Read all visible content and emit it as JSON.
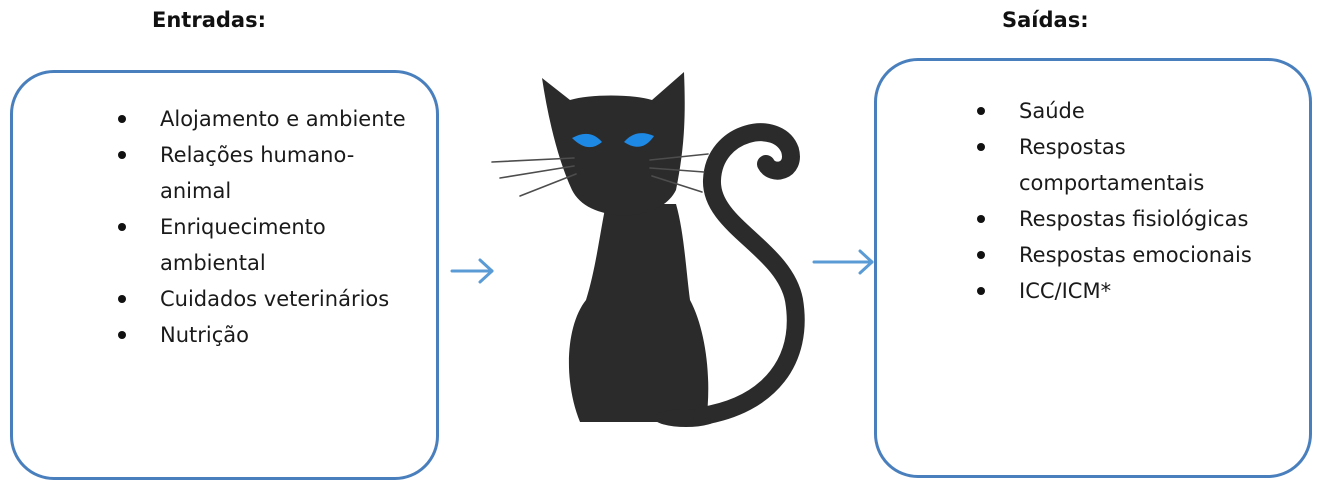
{
  "inputs": {
    "heading": "Entradas:",
    "items": [
      {
        "label": "Alojamento e ambiente"
      },
      {
        "label": "Relações humano-animal"
      },
      {
        "label": "Enriquecimento ambiental"
      },
      {
        "label": "Cuidados veterinários"
      },
      {
        "label": "Nutrição"
      }
    ]
  },
  "outputs": {
    "heading": "Saídas:",
    "items": [
      {
        "label": "Saúde"
      },
      {
        "label": "Respostas comportamentais"
      },
      {
        "label": "Respostas fisiológicas"
      },
      {
        "label": "Respostas emocionais"
      },
      {
        "label": "ICC/ICM*"
      }
    ]
  },
  "colors": {
    "border": "#4a7fbd",
    "arrow": "#5b9bd5",
    "cat": "#2b2b2b",
    "cat_eyes": "#1e88e5"
  },
  "center": {
    "icon": "black-cat-icon"
  }
}
